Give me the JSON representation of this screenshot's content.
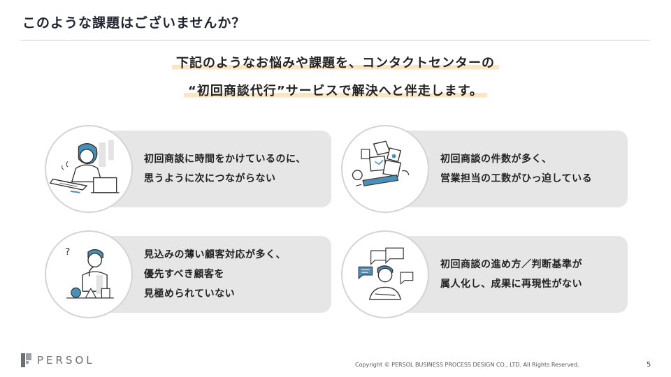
{
  "header": {
    "title": "このような課題はございませんか？"
  },
  "lead": {
    "line1": "下記のようなお悩みや課題を、コンタクトセンターの",
    "line2": "“初回商談代行”サービスで解決へと伴走します。"
  },
  "cards": [
    {
      "line1": "初回商談に時間をかけているのに、",
      "line2": "思うように次につながらない"
    },
    {
      "line1": "初回商談の件数が多く、",
      "line2": "営業担当の工数がひっ迫している"
    },
    {
      "line1": "見込みの薄い顧客対応が多く、",
      "line2": "優先すべき顧客を",
      "line3": "見極められていない"
    },
    {
      "line1": "初回商談の進め方／判断基準が",
      "line2": "属人化し、成果に再現性がない"
    }
  ],
  "footer": {
    "logo": "PERSOL",
    "copyright": "Copyright © PERSOL BUSINESS PROCESS DESIGN CO., LTD. All Rights Reserved.",
    "page_number": "5"
  },
  "colors": {
    "accent_blue": "#4a8fb8",
    "highlight": "#fbe6c4",
    "panel": "#e6e6e6"
  }
}
